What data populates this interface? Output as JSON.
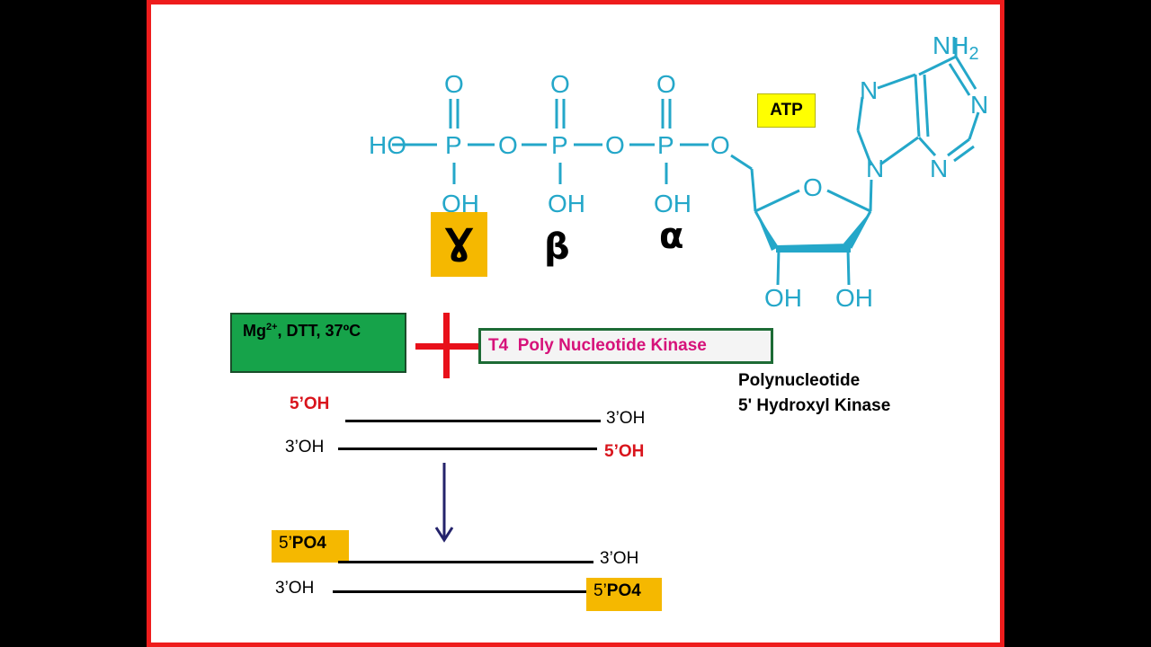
{
  "atp": {
    "label": "ATP",
    "amino_group": "NH",
    "amino_subscript": "2",
    "ring_nitrogen": "N",
    "ring_oxygen": "O",
    "terminal_hydroxyl": "HO",
    "oxygen": "O",
    "phosphorus": "P",
    "hydroxyl": "OH",
    "gamma": "Ɣ",
    "beta": "β",
    "alpha": "α"
  },
  "conditions": {
    "mg": "Mg",
    "mg_charge": "2+",
    "rest": ", DTT, 37ºC"
  },
  "enzyme": {
    "name": "T4  Poly Nucleotide Kinase",
    "alt_name_line1": "Polynucleotide",
    "alt_name_line2": "5' Hydroxyl Kinase"
  },
  "before": {
    "top_left": "5’OH",
    "top_right": "3’OH",
    "bottom_left": "3’OH",
    "bottom_right": "5’OH"
  },
  "after": {
    "top_left_prefix": "5’",
    "top_left_group": "PO4",
    "top_right": "3’OH",
    "bottom_left": "3’OH",
    "bottom_right_prefix": "5’",
    "bottom_right_group": "PO4"
  },
  "colors": {
    "molecule": "#24a7c9",
    "border": "#ee1c1c",
    "phosphate_highlight": "#f5b800",
    "hydroxyl_red": "#d9141c",
    "enzyme_text": "#d6127a",
    "arrow": "#24236b"
  }
}
